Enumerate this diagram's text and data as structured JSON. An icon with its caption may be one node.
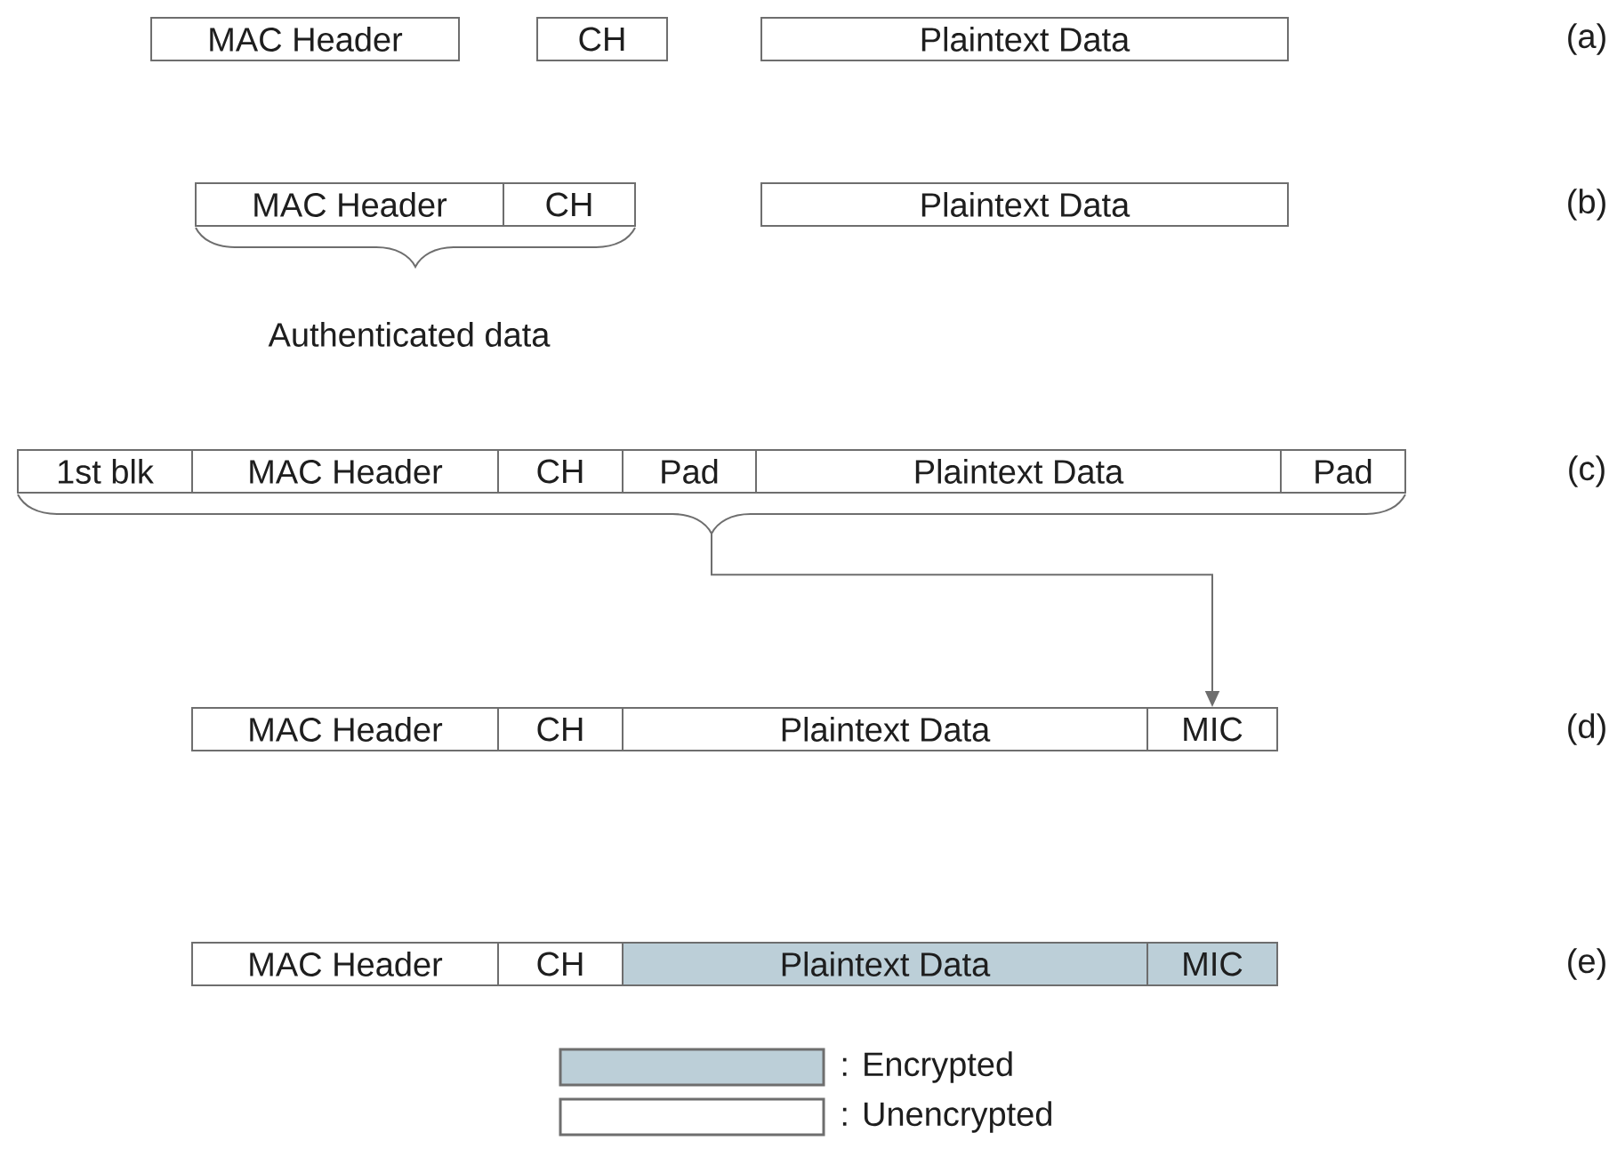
{
  "diagram": {
    "nodes": [
      {
        "text": [
          "MAC Header"
        ]
      },
      {
        "text": [
          "CH"
        ]
      },
      {
        "text": [
          "Plaintext Data"
        ]
      },
      {
        "text": [
          "MAC Header"
        ]
      },
      {
        "text": [
          "CH"
        ]
      },
      {
        "text": [
          "Plaintext Data"
        ]
      },
      {
        "text": [
          "1st blk"
        ]
      },
      {
        "text": [
          "MAC Header"
        ]
      },
      {
        "text": [
          "CH"
        ]
      },
      {
        "text": [
          "Pad"
        ]
      },
      {
        "text": [
          "Plaintext Data"
        ]
      },
      {
        "text": [
          "Pad"
        ]
      },
      {
        "text": [],
        "shape": "brace"
      },
      {
        "text": [
          "MAC Header"
        ]
      },
      {
        "text": [
          "CH"
        ]
      },
      {
        "text": [
          "Plaintext Data"
        ]
      },
      {
        "text": [
          "MIC"
        ]
      },
      {
        "text": [
          "MAC Header"
        ]
      },
      {
        "text": [
          "CH"
        ]
      },
      {
        "text": [
          "Plaintext Data"
        ]
      },
      {
        "text": [
          "MIC"
        ]
      }
    ],
    "edges": [
      {
        "from": 12,
        "to": 16,
        "arrow": "to"
      }
    ],
    "labels": [
      "(a)",
      "(b)",
      "Authenticated data",
      "(c)",
      "(d)",
      "(e)"
    ],
    "legend": [
      {
        "text": ": Encrypted",
        "color": "#bccfd8"
      },
      {
        "text": ": Unencrypted"
      }
    ]
  }
}
